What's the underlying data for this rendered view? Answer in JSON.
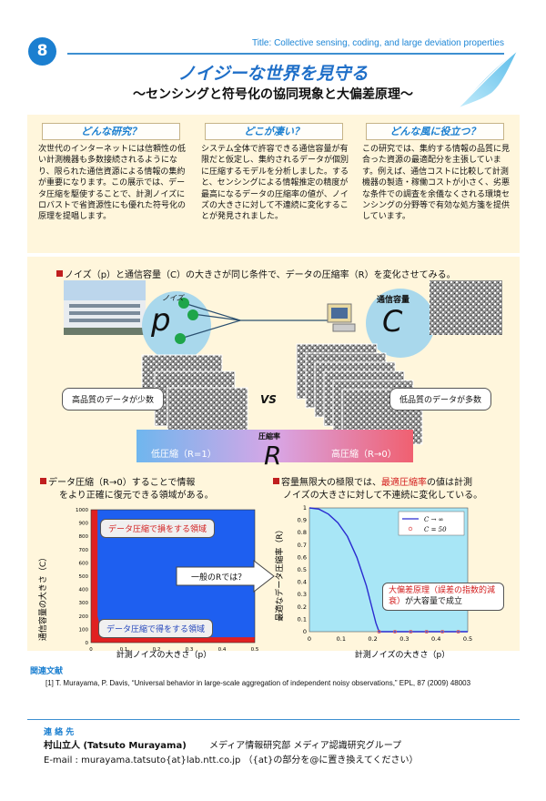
{
  "header": {
    "number": "8",
    "title_prefix": "Title:",
    "title_english": "Collective sensing, coding, and large deviation properties",
    "main_title": "ノイジーな世界を見守る",
    "subtitle": "〜センシングと符号化の協同現象と大偏差原理〜"
  },
  "intro": [
    {
      "heading": "どんな研究？",
      "text": "次世代のインターネットには信頼性の低い計測機器も多数接続されるようになり、限られた通信資源による情報の集約が重要になります。この展示では、データ圧縮を駆使することで、計測ノイズにロバストで省資源性にも優れた符号化の原理を提唱します。"
    },
    {
      "heading": "どこが凄い？",
      "text": "システム全体で許容できる通信容量が有限だと仮定し、集約されるデータが個別に圧縮するモデルを分析しました。すると、センシングによる情報推定の精度が最高になるデータの圧縮率の値が、ノイズの大きさに対して不連続に変化することが発見されました。"
    },
    {
      "heading": "どんな風に役立つ？",
      "text": "この研究では、集約する情報の品質に見合った資源の最適配分を主張しています。例えば、通信コストに比較して計測機器の製造・稼働コストが小さく、劣悪な条件での調査を余儀なくされる環境センシングの分野等で有効な処方箋を提供しています。"
    }
  ],
  "diagram": {
    "heading": "ノイズ（p）と通信容量（C）の大きさが同じ条件で、データの圧縮率（R）を変化させてみる。",
    "noise_label": "ノイズ",
    "noise_symbol": "p",
    "capacity_label": "通信容量",
    "capacity_symbol": "C",
    "high_quality": "高品質のデータが少数",
    "vs": "VS",
    "low_quality": "低品質のデータが多数",
    "compression_label": "圧縮率",
    "low_compression": "低圧縮（R=1）",
    "r_symbol": "R",
    "high_compression": "高圧縮（R→0）"
  },
  "left_panel": {
    "heading_line1": "データ圧縮（R→0）することで情報",
    "heading_line2": "をより正確に復元できる領域がある。",
    "region_loss": "データ圧縮で損をする領域",
    "region_gain": "データ圧縮で得をする領域",
    "ylabel": "通信容量の大きさ（C）",
    "xlabel": "計測ノイズの大きさ（p）",
    "question": "一般のRでは？",
    "xticks": [
      "0",
      "0.1",
      "0.2",
      "0.3",
      "0.4",
      "0.5"
    ],
    "yticks": [
      "0",
      "100",
      "200",
      "300",
      "400",
      "500",
      "600",
      "700",
      "800",
      "900",
      "1000"
    ]
  },
  "right_panel": {
    "heading_prefix": "容量無限大の極限では、",
    "heading_red": "最適圧縮率",
    "heading_mid": "の値は計測",
    "heading_line2": "ノイズの大きさに対して不連続に変化している。",
    "ylabel": "最適なデータ圧縮率（R）",
    "xlabel": "計測ノイズの大きさ（p）",
    "annotation_red": "大偏差原理（誤差の指数的減衰）",
    "annotation_black": "が大容量で成立",
    "legend": [
      "C → ∞",
      "C = 50"
    ]
  },
  "chart_data": [
    {
      "type": "area",
      "title": "",
      "xlabel": "計測ノイズの大きさ（p）",
      "ylabel": "通信容量の大きさ（C）",
      "xlim": [
        0,
        0.5
      ],
      "ylim": [
        0,
        1000
      ],
      "boundary_x": [
        0.02,
        0.02,
        0.02,
        0.03,
        0.035,
        0.05,
        0.5
      ],
      "boundary_y": [
        1000,
        800,
        200,
        100,
        60,
        40,
        40
      ],
      "regions": [
        "データ圧縮で損をする領域",
        "データ圧縮で得をする領域"
      ],
      "colors": {
        "loss": "#e02020",
        "gain": "#1e5ff0"
      }
    },
    {
      "type": "line",
      "title": "",
      "xlabel": "計測ノイズの大きさ（p）",
      "ylabel": "最適なデータ圧縮率（R）",
      "xlim": [
        0,
        0.5
      ],
      "ylim": [
        0,
        1
      ],
      "series": [
        {
          "name": "C → ∞",
          "x": [
            0,
            0.03,
            0.06,
            0.09,
            0.12,
            0.15,
            0.18,
            0.2,
            0.21,
            0.22,
            0.5
          ],
          "y": [
            1,
            0.99,
            0.95,
            0.88,
            0.77,
            0.6,
            0.37,
            0.17,
            0.07,
            0,
            0
          ]
        },
        {
          "name": "C = 50",
          "x": [
            0.22,
            0.27,
            0.32,
            0.37,
            0.42,
            0.47
          ],
          "y": [
            0,
            0,
            0,
            0,
            0,
            0
          ]
        }
      ],
      "colors": {
        "C → ∞": "#2a2ad0",
        "C = 50": "#e06060",
        "background": "#a8e6f6"
      }
    }
  ],
  "references": {
    "heading": "関連文献",
    "items": [
      "[1] T. Murayama, P. Davis, “Universal behavior in large-scale aggregation of independent noisy observations,” EPL, 87 (2009) 48003"
    ]
  },
  "contact": {
    "heading": "連 絡 先",
    "name": "村山立人 (Tatsuto Murayama)",
    "affiliation": "メディア情報研究部 メディア認識研究グループ",
    "email_label": "E-mail :",
    "email": "murayama.tatsuto{at}lab.ntt.co.jp",
    "email_note": "（{at}の部分を@に置き換えてください）"
  }
}
